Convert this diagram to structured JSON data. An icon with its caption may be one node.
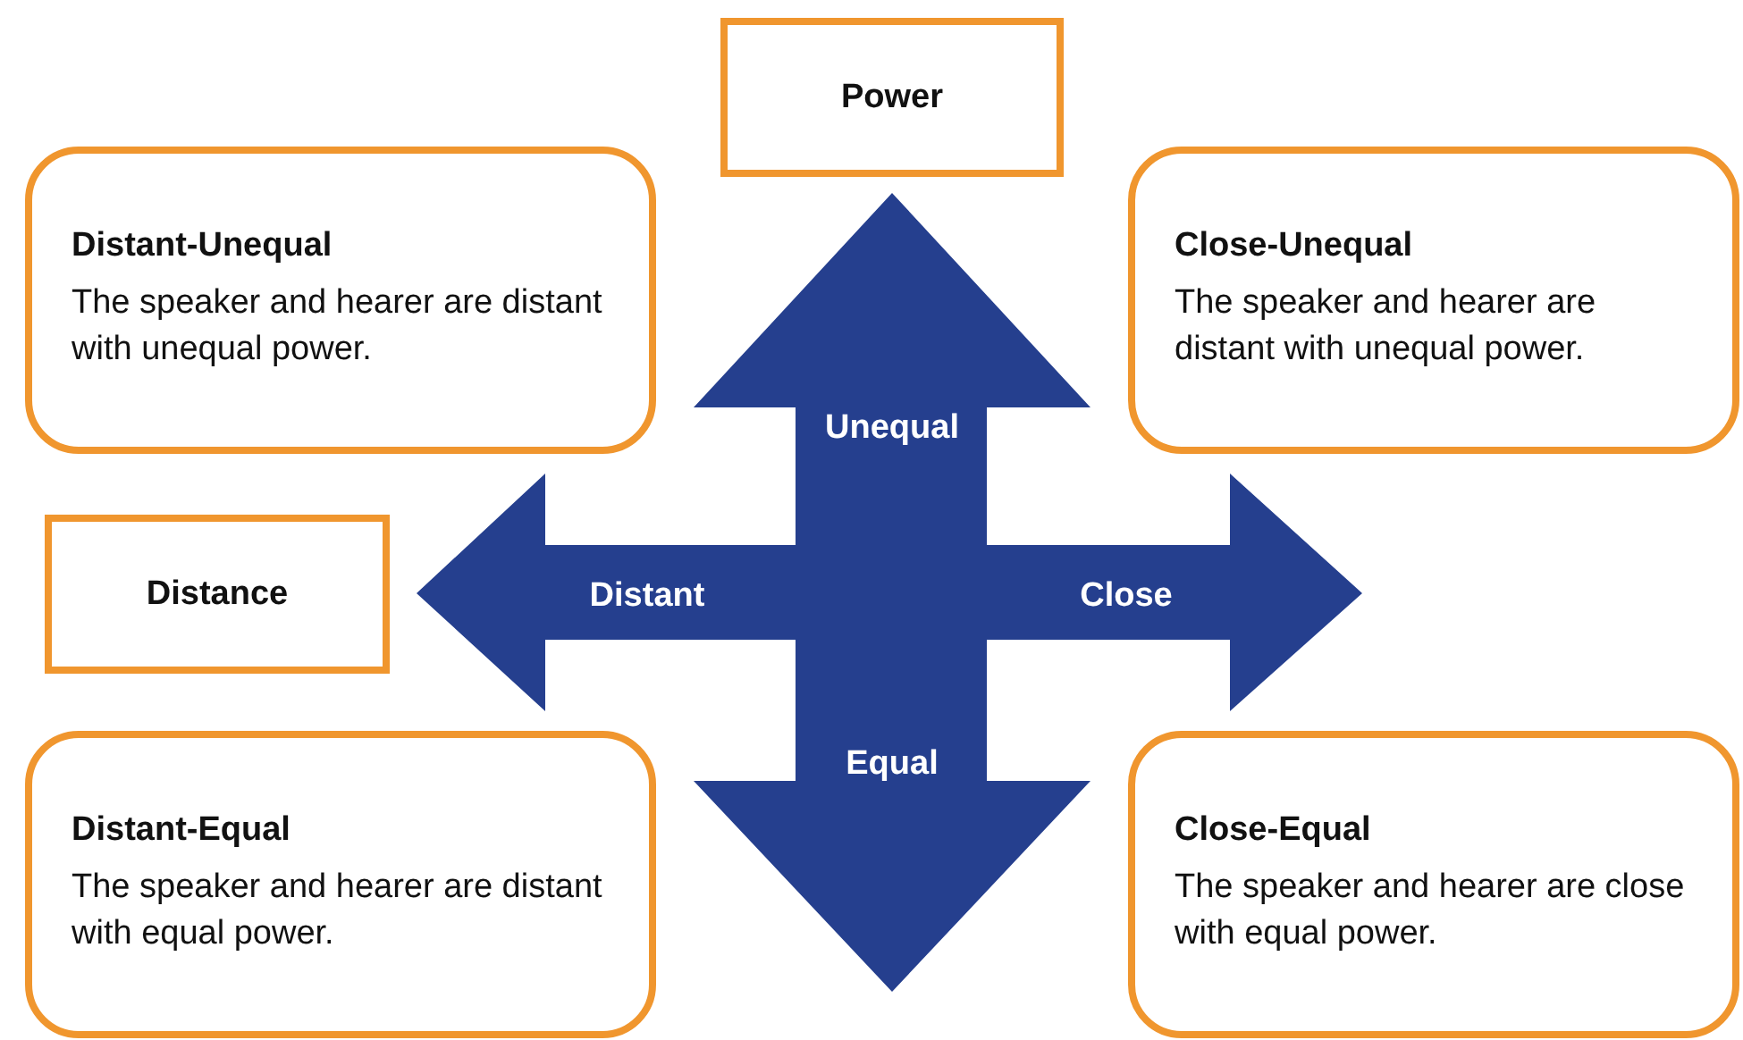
{
  "diagram": {
    "nodes": [
      {
        "text": [
          "Power"
        ]
      },
      {
        "text": [
          "Distant-Unequal",
          "The speaker and hearer are distant with unequal power."
        ]
      },
      {
        "text": [
          "Close-Unequal",
          "The speaker and hearer are distant with unequal power."
        ]
      },
      {
        "text": [
          "Distance"
        ]
      },
      {
        "text": [
          "Distant-Equal",
          "The speaker and hearer are distant with equal power."
        ]
      },
      {
        "text": [
          "Close-Equal",
          "The speaker and hearer are close with equal power."
        ]
      }
    ],
    "labels": [
      "Unequal",
      "Distant",
      "Close",
      "Equal"
    ]
  }
}
